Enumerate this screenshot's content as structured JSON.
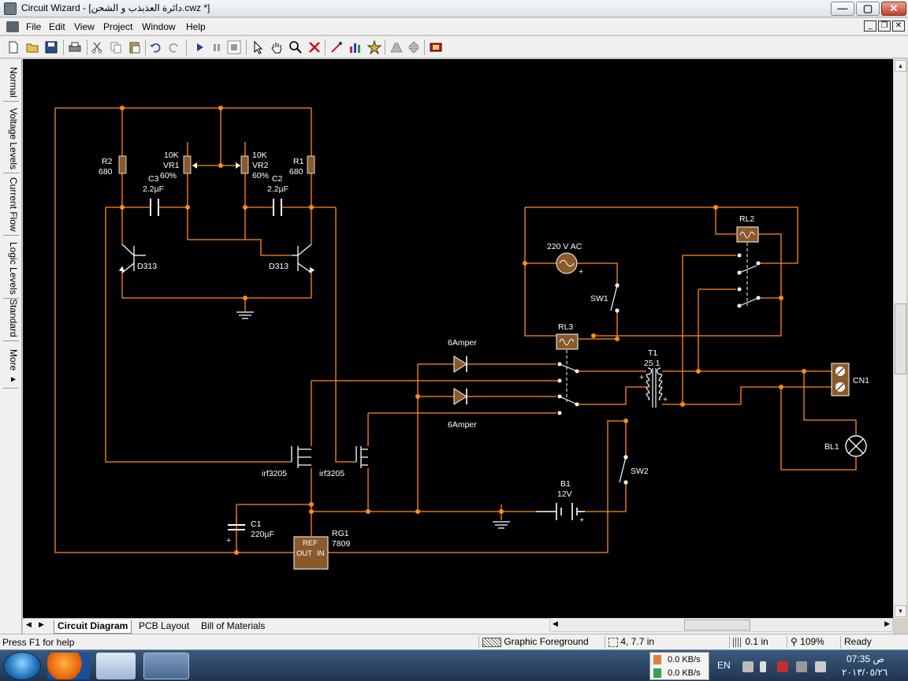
{
  "window": {
    "app_name": "Circuit Wizard",
    "document_title": "Circuit Wizard - [دائرة العذبذب و الشحن.cwz *]",
    "minimize": "—",
    "maximize": "▢",
    "close": "✕"
  },
  "menu": {
    "items": [
      "File",
      "Edit",
      "View",
      "Project",
      "Window",
      "Help"
    ]
  },
  "mdi": {
    "minimize": "_",
    "restore": "❐",
    "close": "✕"
  },
  "sidebar": {
    "tabs": [
      "Normal",
      "Voltage Levels",
      "Current Flow",
      "Logic Levels",
      "Standard",
      "More ▸"
    ]
  },
  "circuit": {
    "labels": {
      "r2": "R2",
      "r2_val": "680",
      "vr1_val": "10K",
      "vr1": "VR1",
      "vr1_pct": "60%",
      "vr2_val": "10K",
      "vr2": "VR2",
      "vr2_pct": "60%",
      "r1": "R1",
      "r1_val": "680",
      "c3": "C3",
      "c3_val": "2.2µF",
      "c2": "C2",
      "c2_val": "2.2µF",
      "q_left": "D313",
      "q_right": "D313",
      "ac_src": "220 V AC",
      "sw1": "SW1",
      "rl2": "RL2",
      "rl3": "RL3",
      "d_top": "6Amper",
      "d_bot": "6Amper",
      "t1": "T1",
      "t1_ratio": "25:1",
      "cn1": "CN1",
      "bl1": "BL1",
      "sw2": "SW2",
      "b1": "B1",
      "b1_val": "12V",
      "m_left": "irf3205",
      "m_right": "irf3205",
      "c1": "C1",
      "c1_val": "220µF",
      "rg1": "RG1",
      "rg1_val": "7809",
      "rg_ref": "REF",
      "rg_out": "OUT",
      "rg_in": "IN",
      "plus": "+"
    },
    "colors": {
      "background": "#000000",
      "wire": "#ff8c1a",
      "component": "#8a5a2a"
    }
  },
  "tabs": {
    "items": [
      "Circuit Diagram",
      "PCB Layout",
      "Bill of Materials"
    ],
    "active": "Circuit Diagram"
  },
  "status": {
    "help": "Press F1 for help",
    "layer": "Graphic Foreground",
    "coords": "4, 7.7 in",
    "grid": "0.1 in",
    "zoom": "109%",
    "state": "Ready"
  },
  "taskbar": {
    "net_down": "0.0 KB/s",
    "net_up": "0.0 KB/s",
    "lang": "EN",
    "time": "07:35 ص",
    "date": "٢٠١٣/٠٥/٢٦"
  }
}
